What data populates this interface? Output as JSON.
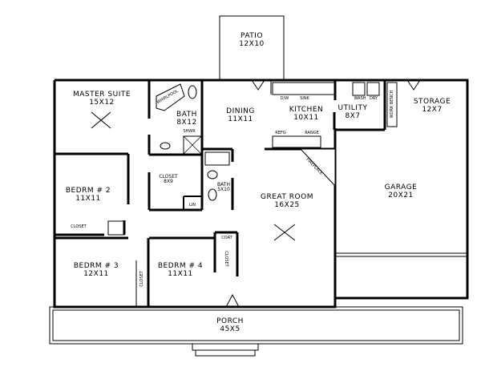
{
  "plan": {
    "patio": {
      "name": "PATIO",
      "size": "12X10"
    },
    "master": {
      "name": "MASTER SUITE",
      "size": "15X12"
    },
    "master_bath": {
      "name": "BATH",
      "size": "8X12"
    },
    "whirlpool": "WHIRLPOOL",
    "shower": "SHWR",
    "dining": {
      "name": "DINING",
      "size": "11X11"
    },
    "kitchen": {
      "name": "KITCHEN",
      "size": "10X11"
    },
    "dw": "D/W",
    "sink": "SINK",
    "refg": "REFG",
    "range": "RANGE",
    "utility": {
      "name": "UTILITY",
      "size": "8X7"
    },
    "wash": "WASH",
    "dry": "DRY",
    "work_bench": "WORK BENCH",
    "storage": {
      "name": "STORAGE",
      "size": "12X7"
    },
    "bedrm2": {
      "name": "BEDRM # 2",
      "size": "11X11"
    },
    "closet_wic": {
      "name": "CLOSET",
      "size": "8X9"
    },
    "bath2": {
      "name": "BATH",
      "size": "5X10"
    },
    "lin": "LIN",
    "fireplace": "FIREPLACE",
    "great_room": {
      "name": "GREAT ROOM",
      "size": "16X25"
    },
    "garage": {
      "name": "GARAGE",
      "size": "20X21"
    },
    "closet": "CLOSET",
    "bedrm3": {
      "name": "BEDRM # 3",
      "size": "12X11"
    },
    "bedrm4": {
      "name": "BEDRM # 4",
      "size": "11X11"
    },
    "coat": "COAT",
    "porch": {
      "name": "PORCH",
      "size": "45X5"
    }
  }
}
